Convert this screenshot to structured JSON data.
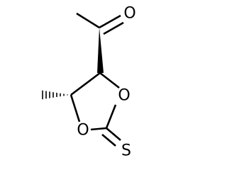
{
  "molecule": {
    "atoms": {
      "carbonyl_oxygen": "O",
      "ring_oxygen_right": "O",
      "ring_oxygen_left": "O",
      "thione_sulfur": "S"
    }
  }
}
